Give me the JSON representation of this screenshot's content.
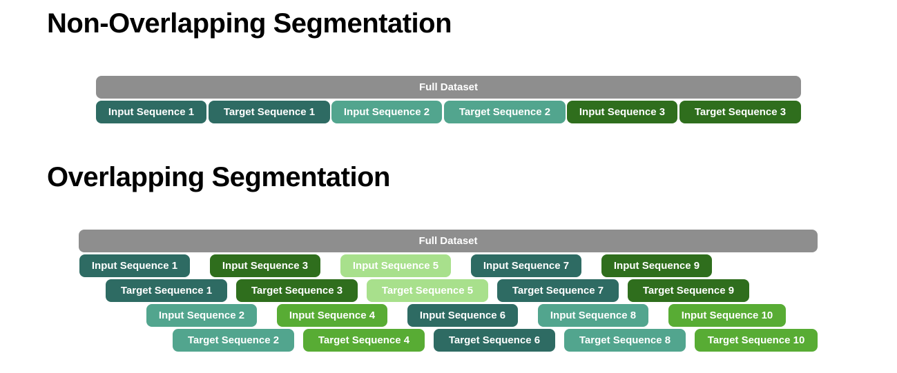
{
  "colors": {
    "full_dataset": "#8e8e8e",
    "dark_teal": "#2e6b63",
    "mid_teal": "#52a58e",
    "dark_green": "#2f6e1d",
    "light_green": "#a8e08c",
    "bright_green": "#58ac34"
  },
  "sections": {
    "non_overlapping": {
      "title": "Non-Overlapping Segmentation",
      "dataset_label": "Full Dataset",
      "segments": [
        {
          "label": "Input Sequence 1",
          "color": "#2e6b63"
        },
        {
          "label": "Target Sequence 1",
          "color": "#2e6b63"
        },
        {
          "label": "Input Sequence 2",
          "color": "#52a58e"
        },
        {
          "label": "Target Sequence 2",
          "color": "#52a58e"
        },
        {
          "label": "Input Sequence 3",
          "color": "#2f6e1d"
        },
        {
          "label": "Target Sequence 3",
          "color": "#2f6e1d"
        }
      ]
    },
    "overlapping": {
      "title": "Overlapping Segmentation",
      "dataset_label": "Full Dataset",
      "rows": [
        [
          {
            "label": "Input Sequence 1",
            "color": "#2e6b63"
          },
          {
            "label": "Input Sequence 3",
            "color": "#2f6e1d"
          },
          {
            "label": "Input Sequence 5",
            "color": "#a8e08c"
          },
          {
            "label": "Input Sequence 7",
            "color": "#2e6b63"
          },
          {
            "label": "Input Sequence 9",
            "color": "#2f6e1d"
          }
        ],
        [
          {
            "label": "Target Sequence 1",
            "color": "#2e6b63"
          },
          {
            "label": "Target Sequence 3",
            "color": "#2f6e1d"
          },
          {
            "label": "Target Sequence 5",
            "color": "#a8e08c"
          },
          {
            "label": "Target Sequence 7",
            "color": "#2e6b63"
          },
          {
            "label": "Target Sequence 9",
            "color": "#2f6e1d"
          }
        ],
        [
          {
            "label": "Input Sequence 2",
            "color": "#52a58e"
          },
          {
            "label": "Input Sequence 4",
            "color": "#58ac34"
          },
          {
            "label": "Input Sequence 6",
            "color": "#2e6b63"
          },
          {
            "label": "Input Sequence 8",
            "color": "#52a58e"
          },
          {
            "label": "Input Sequence 10",
            "color": "#58ac34"
          }
        ],
        [
          {
            "label": "Target Sequence 2",
            "color": "#52a58e"
          },
          {
            "label": "Target Sequence 4",
            "color": "#58ac34"
          },
          {
            "label": "Target Sequence 6",
            "color": "#2e6b63"
          },
          {
            "label": "Target Sequence 8",
            "color": "#52a58e"
          },
          {
            "label": "Target Sequence 10",
            "color": "#58ac34"
          }
        ]
      ]
    }
  }
}
